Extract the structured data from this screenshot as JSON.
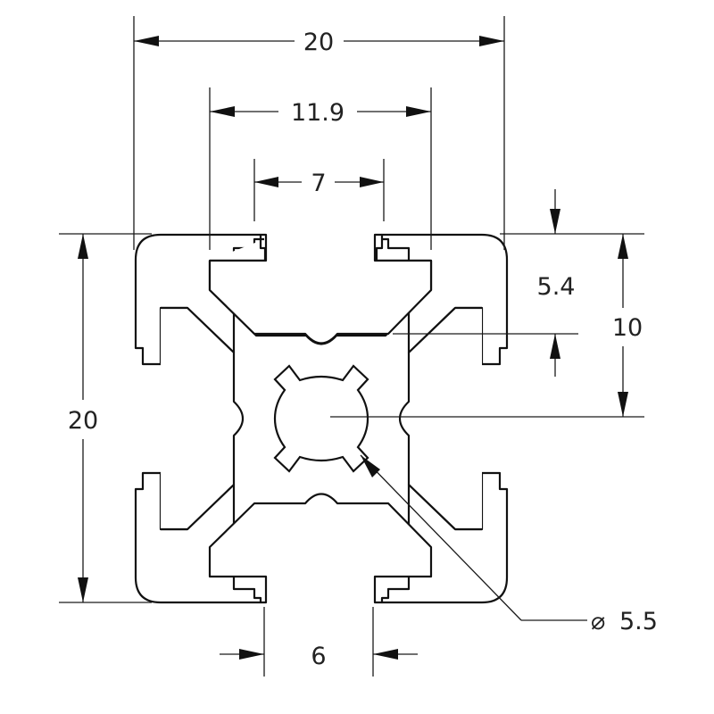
{
  "drawing": {
    "type": "aluminium extrusion profile cross-section",
    "line_color": "#111111",
    "background": "#ffffff",
    "dimensions": {
      "overall_width": "20",
      "slot_opening_outer": "11.9",
      "slot_opening_inner": "7",
      "overall_height": "20",
      "half_height": "10",
      "slot_depth": "5.4",
      "bore_diameter_symbol": "⌀",
      "bore_diameter": "5.5",
      "slot_width": "6"
    }
  }
}
